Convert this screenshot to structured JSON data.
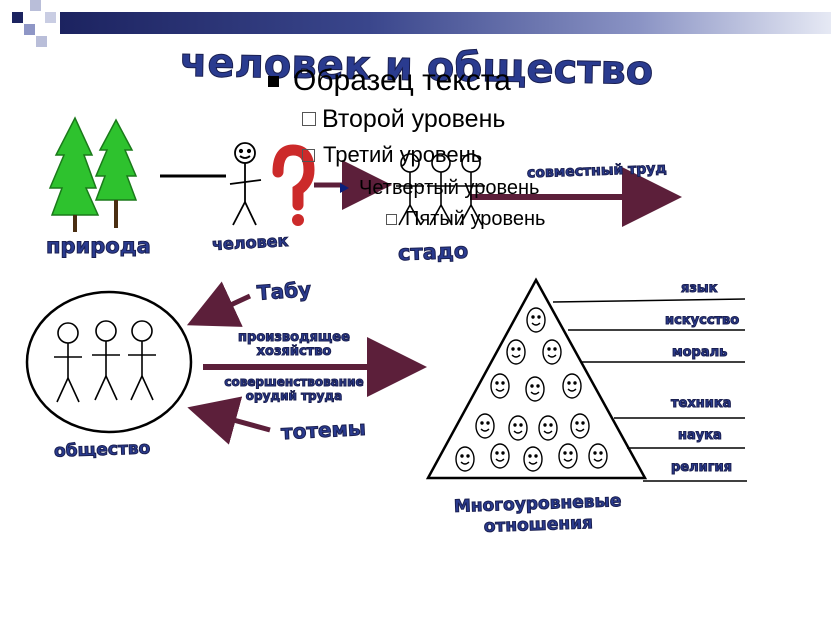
{
  "title": "человек и общество",
  "placeholder_bullets": {
    "level1": "Образец текста",
    "level2": "Второй уровень",
    "level3": "Третий уровень",
    "level4": "Четвертый уровень",
    "level5": "Пятый уровень"
  },
  "labels": {
    "nature": "природа",
    "human": "человек",
    "question": "?",
    "joint_labor": "совместный труд",
    "herd": "стадо",
    "taboo": "Табу",
    "producing_economy": "производящее хозяйство",
    "improving_tools": "совершенствование орудий труда",
    "totems": "тотемы",
    "society": "общество",
    "multilevel_relations": "Многоуровневые отношения"
  },
  "pyramid_labels": [
    "язык",
    "искусство",
    "мораль",
    "техника",
    "наука",
    "религия"
  ],
  "colors": {
    "wordart_blue": "#2a3b8f",
    "arrow_maroon": "#5c1f3a",
    "tree_green": "#2ec22e",
    "question_red": "#cc2a2a",
    "topbar_dark": "#1c2360"
  }
}
